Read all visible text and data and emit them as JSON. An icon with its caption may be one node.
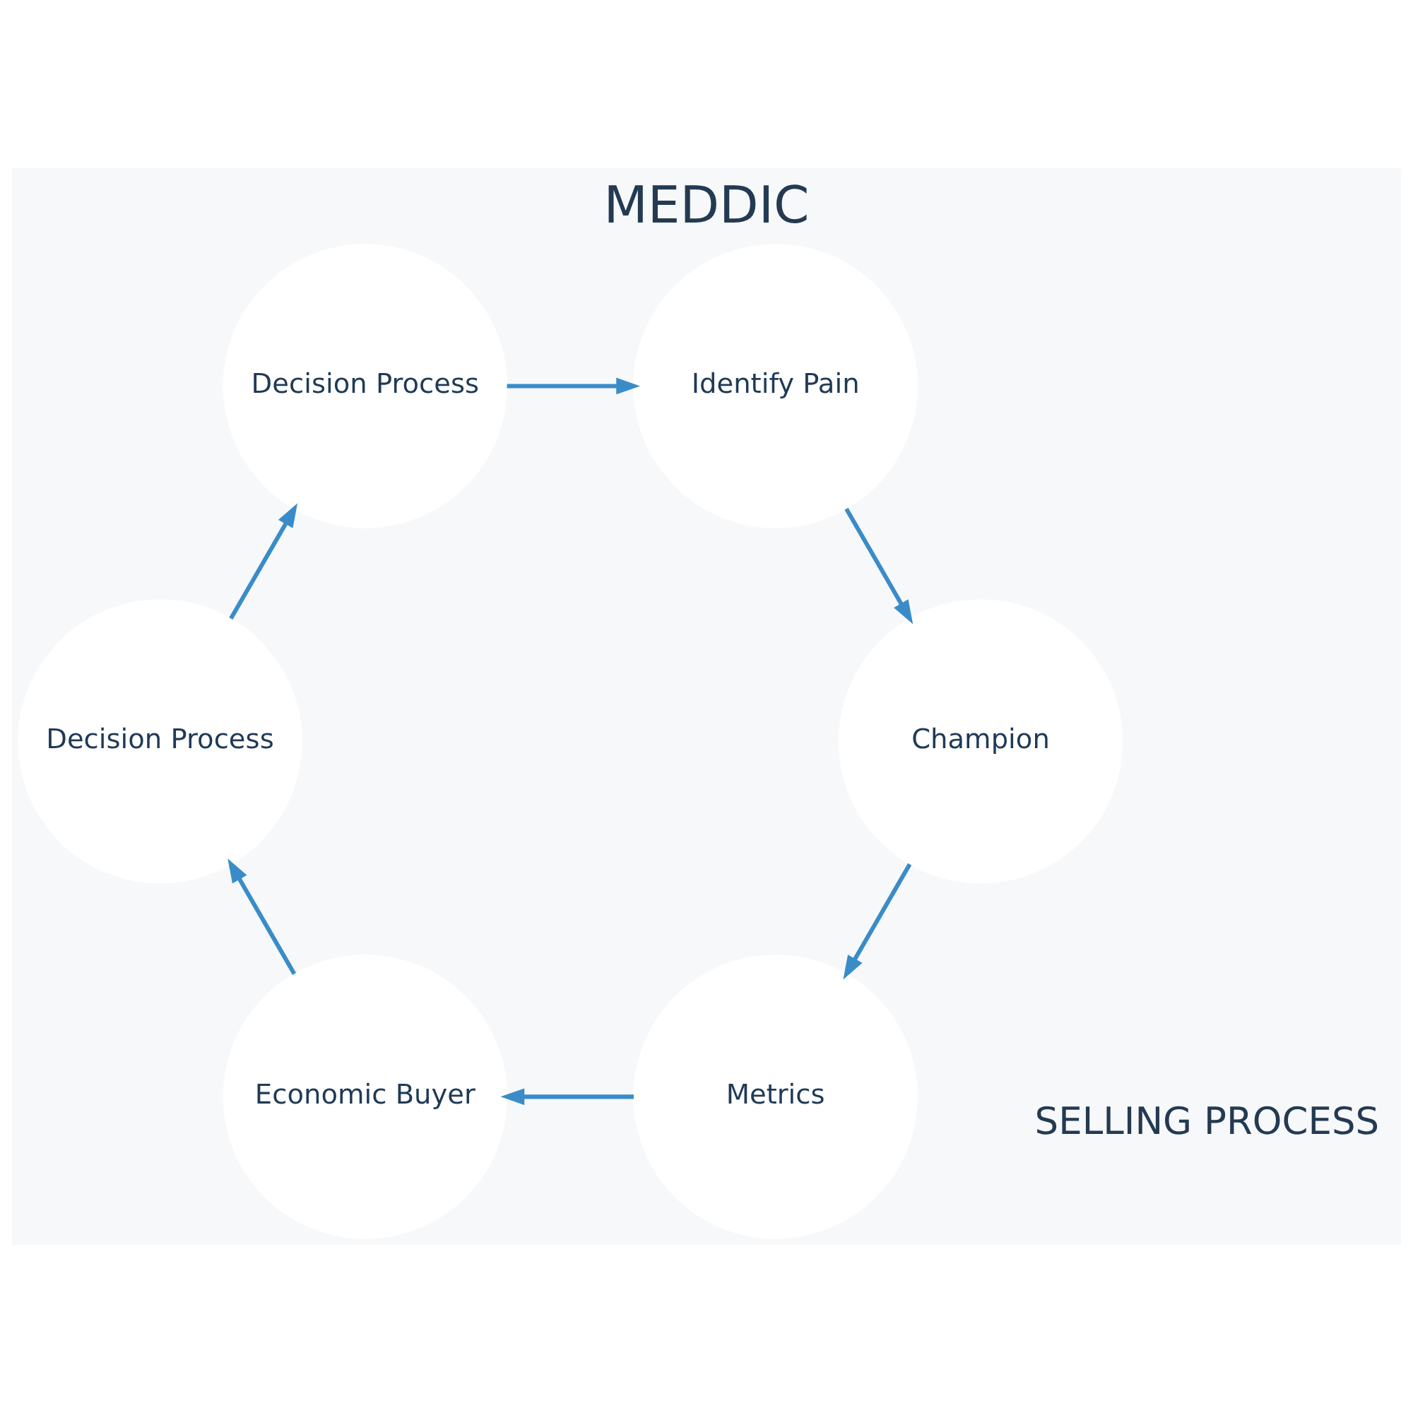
{
  "diagram": {
    "title": "MEDDIC",
    "nodes": [
      {
        "text": [
          "Metrics"
        ]
      },
      {
        "text": [
          "Economic Buyer"
        ]
      },
      {
        "text": [
          "Decision Process"
        ]
      },
      {
        "text": [
          "Decision Process"
        ]
      },
      {
        "text": [
          "Identify Pain"
        ]
      },
      {
        "text": [
          "Champion"
        ]
      }
    ],
    "edges": [
      {
        "from": 0,
        "to": 1,
        "arrow": "to"
      },
      {
        "from": 1,
        "to": 2,
        "arrow": "to"
      },
      {
        "from": 2,
        "to": 3,
        "arrow": "to"
      },
      {
        "from": 3,
        "to": 4,
        "arrow": "to"
      },
      {
        "from": 4,
        "to": 5,
        "arrow": "to"
      },
      {
        "from": 5,
        "to": 0,
        "arrow": "to"
      }
    ],
    "labels": [
      "SELLING PROCESS"
    ]
  }
}
